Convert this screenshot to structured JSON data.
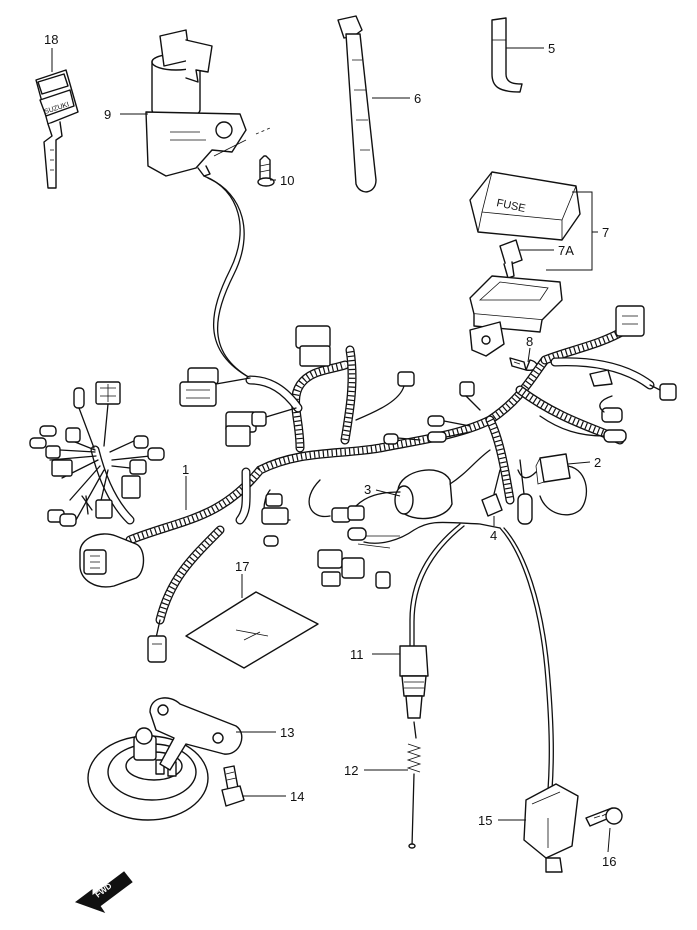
{
  "callouts": {
    "c1": "1",
    "c2": "2",
    "c3": "3",
    "c4": "4",
    "c5": "5",
    "c6": "6",
    "c7": "7",
    "c7a": "7A",
    "c8": "8",
    "c9": "9",
    "c10": "10",
    "c11": "11",
    "c12": "12",
    "c13": "13",
    "c14": "14",
    "c15": "15",
    "c16": "16",
    "c17": "17",
    "c18": "18"
  },
  "key_tag_text": "SUZUKI",
  "fuse_cover_text": "FUSE",
  "fwd_arrow_text": "FWD"
}
